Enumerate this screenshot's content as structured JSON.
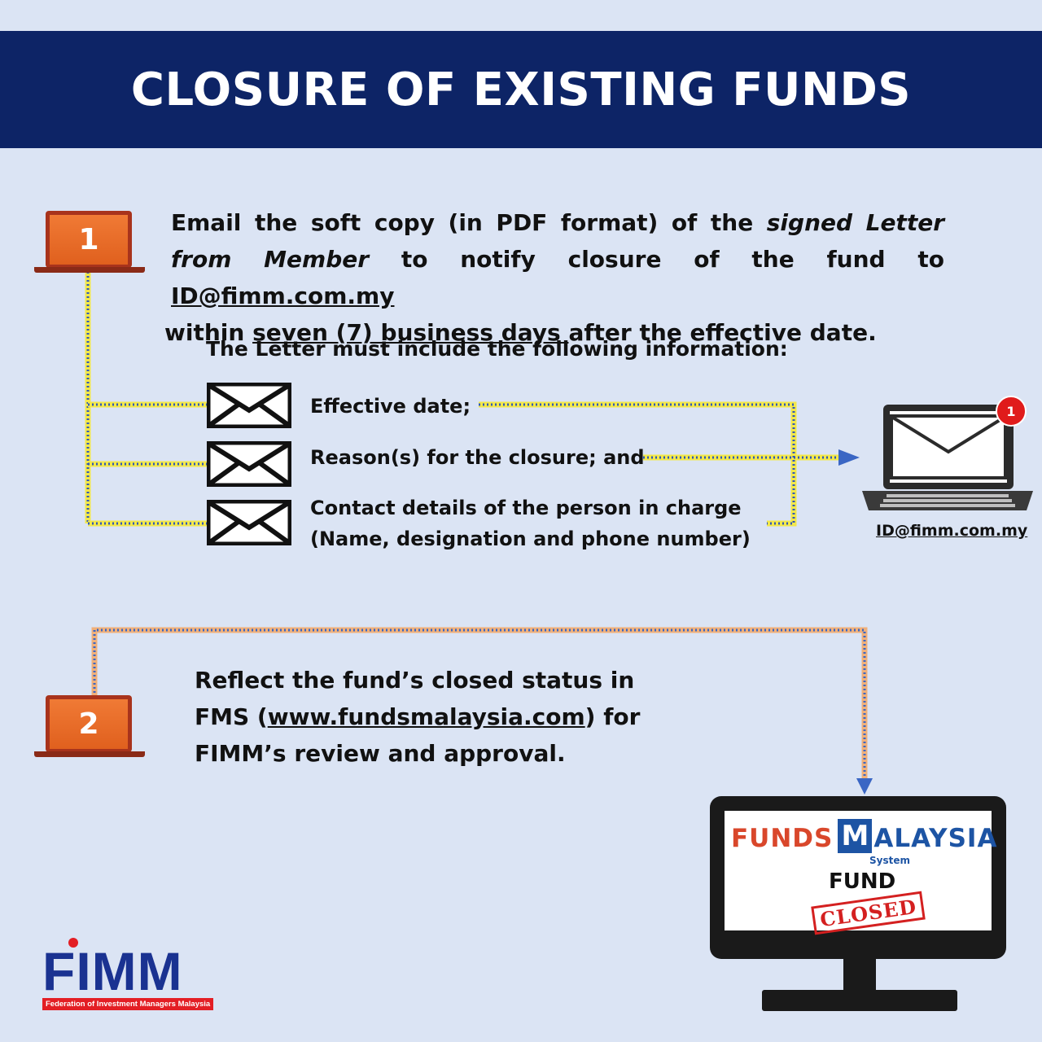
{
  "header": {
    "title": "CLOSURE OF EXISTING FUNDS"
  },
  "step1": {
    "number": "1",
    "text_a": "Email the soft copy (in PDF format) of the ",
    "text_b": "signed Letter from Member",
    "text_c": " to notify closure of the fund to ",
    "email": "ID@fimm.com.my",
    "text_d": " within ",
    "days": "seven (7) business days ",
    "text_e": "after the effective date."
  },
  "letter": {
    "intro": "The Letter must include the following information:",
    "items": [
      {
        "label": "Effective date;"
      },
      {
        "label": "Reason(s) for the closure; and"
      },
      {
        "label_line1": "Contact details of the person in charge",
        "label_line2": "(Name, designation and phone number)"
      }
    ]
  },
  "email_target": {
    "badge": "1",
    "address": "ID@fimm.com.my"
  },
  "step2": {
    "number": "2",
    "text_a": "Reflect the fund’s closed status in FMS (",
    "link": "www.fundsmalaysia.com",
    "text_b": ") for FIMM’s review and approval."
  },
  "fms_screen": {
    "brand_left": "FUNDS",
    "brand_m": "M",
    "brand_right": "ALAYSIA",
    "brand_sub": "System",
    "fund": "FUND",
    "stamp": "CLOSED"
  },
  "logo": {
    "name": "FIMM",
    "tagline": "Federation of Investment Managers Malaysia"
  },
  "colors": {
    "header_bg": "#0d2466",
    "page_bg": "#dbe4f4",
    "accent_orange": "#e8672a",
    "connector_yellow": "#f3e84a",
    "connector_blue": "#2f58b8",
    "fimm_blue": "#1a3291",
    "fimm_red": "#e31e24"
  }
}
